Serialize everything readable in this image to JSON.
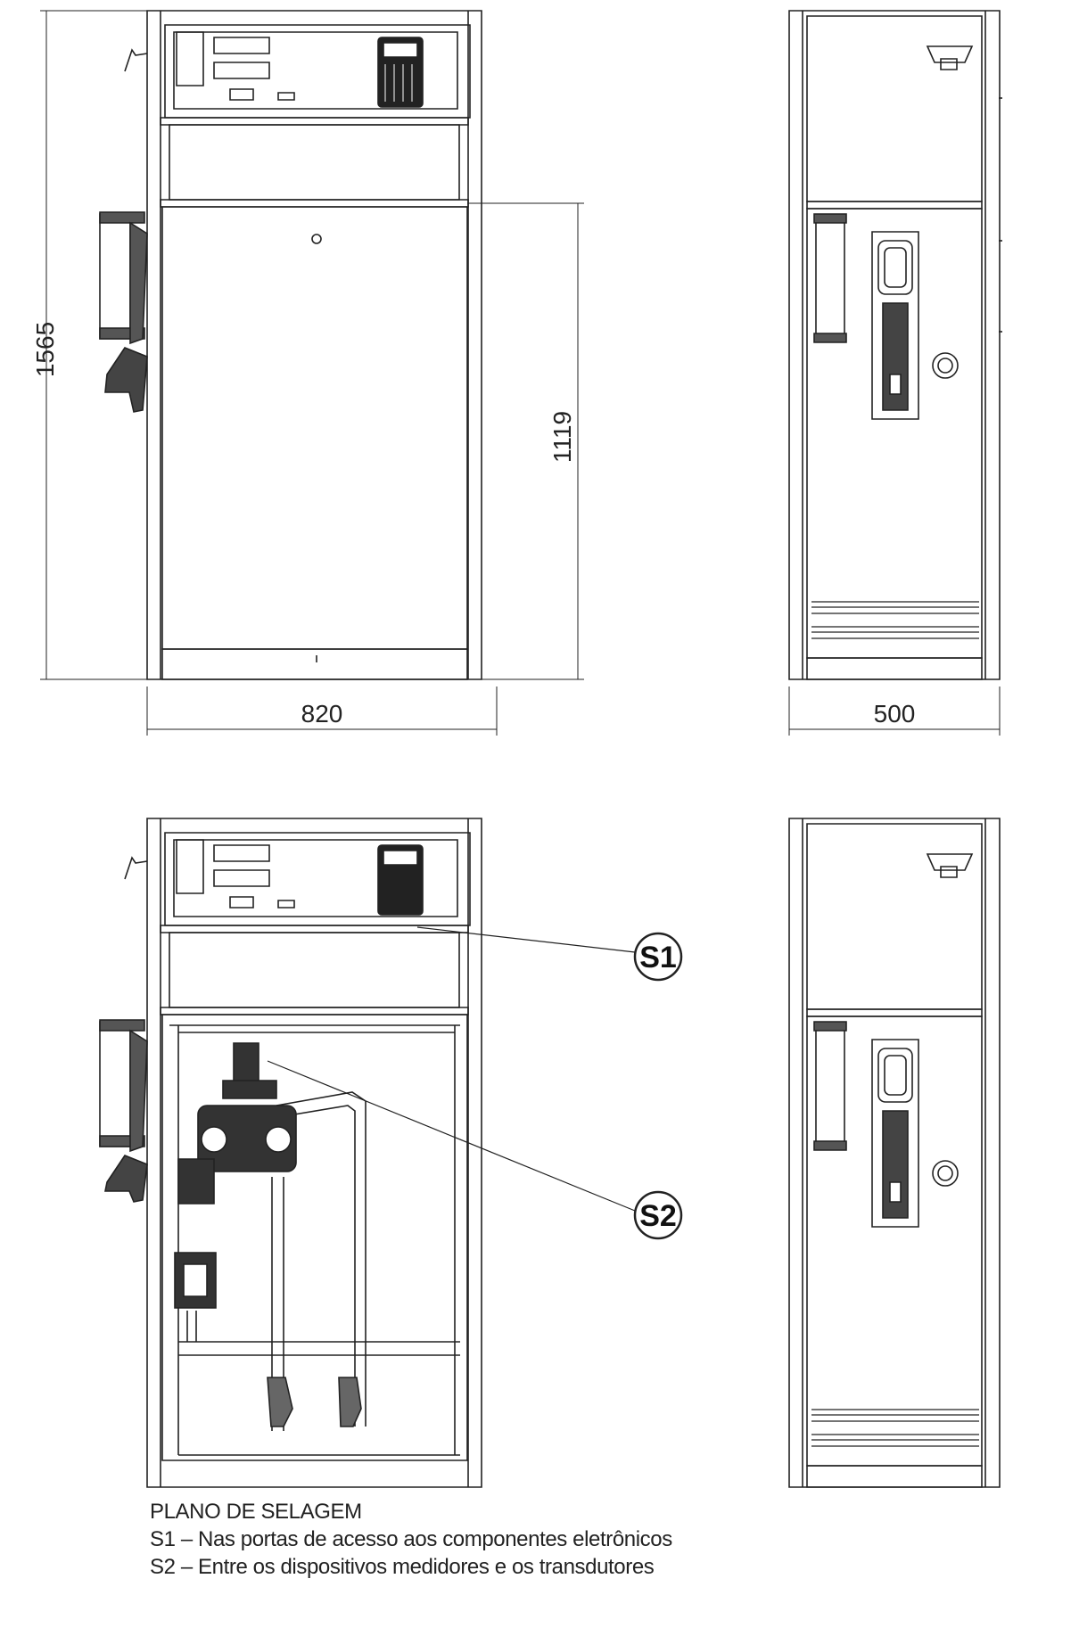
{
  "dimensions": {
    "height_total": "1565",
    "height_lower": "1119",
    "width_front": "820",
    "width_side": "500"
  },
  "callouts": {
    "s1": "S1",
    "s2": "S2"
  },
  "legend": {
    "title": "PLANO DE SELAGEM",
    "s1_text": "S1 – Nas portas de acesso aos componentes eletrônicos",
    "s2_text": "S2 – Entre os dispositivos medidores e os transdutores"
  }
}
